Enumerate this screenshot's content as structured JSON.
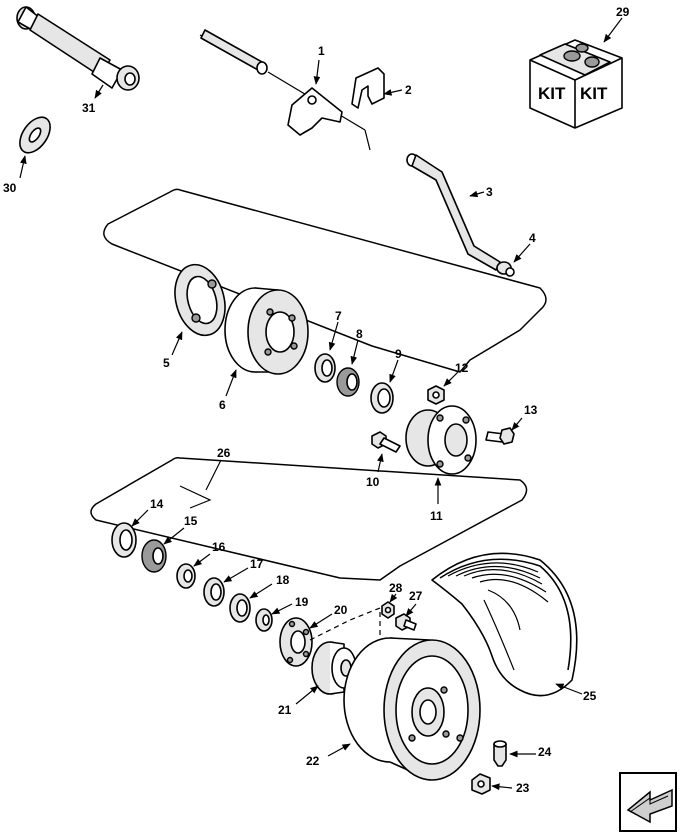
{
  "diagram": {
    "callouts": [
      "1",
      "2",
      "3",
      "4",
      "5",
      "6",
      "7",
      "8",
      "9",
      "10",
      "11",
      "12",
      "13",
      "14",
      "15",
      "16",
      "17",
      "18",
      "19",
      "20",
      "21",
      "22",
      "23",
      "24",
      "25",
      "26",
      "27",
      "28",
      "29",
      "30",
      "31"
    ],
    "kit_box_labels": [
      "KIT",
      "KIT"
    ],
    "nav_icon": "page-navigation-arrow-icon"
  }
}
